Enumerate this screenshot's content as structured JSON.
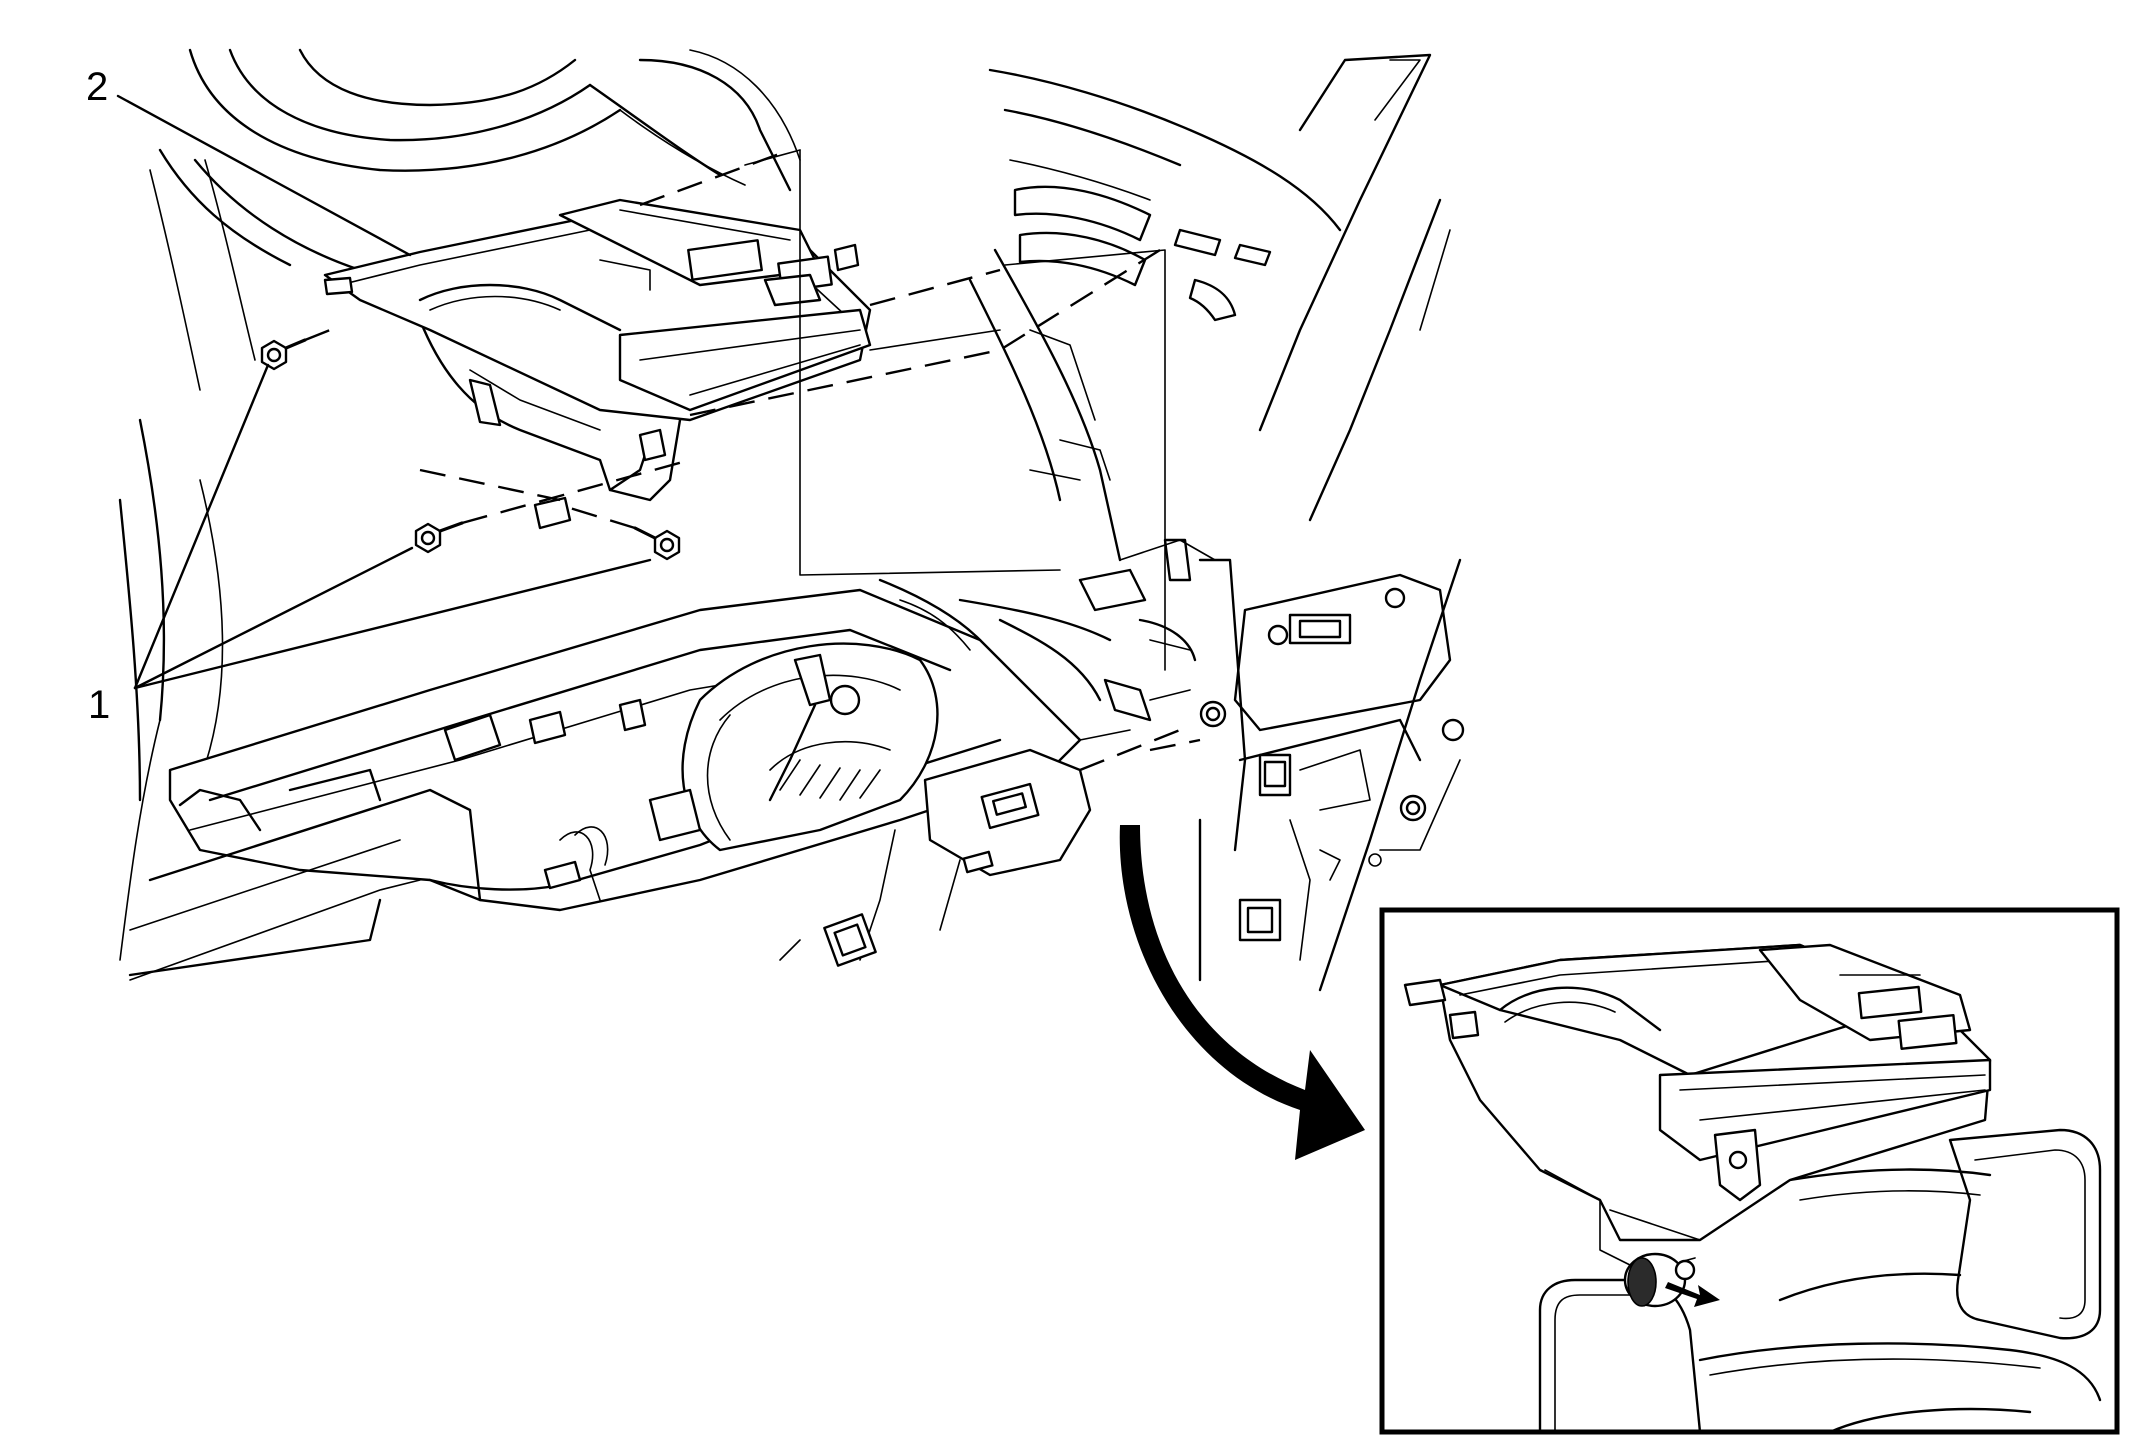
{
  "figure": {
    "callouts": [
      {
        "id": "1",
        "text": "1"
      },
      {
        "id": "2",
        "text": "2"
      }
    ],
    "colors": {
      "ink": "#000000",
      "paper": "#ffffff",
      "shade": "#bdbdbd"
    },
    "icons": [
      "fastener-icon",
      "curved-arrow-icon",
      "small-arrow-icon"
    ]
  }
}
